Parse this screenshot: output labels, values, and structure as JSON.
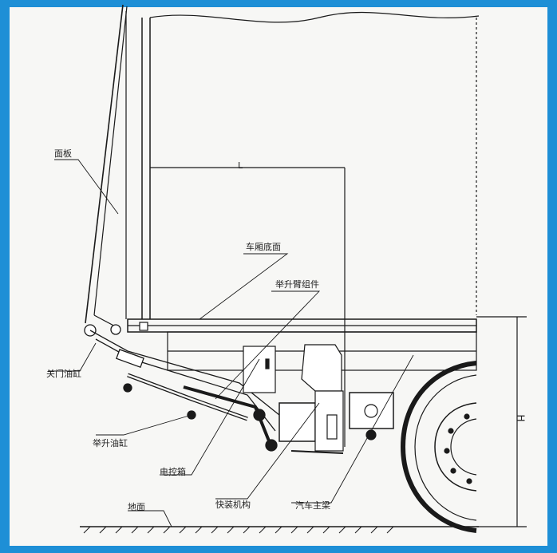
{
  "labels": {
    "panel": "面板",
    "dimension_l": "L",
    "cargo_floor": "车厢底面",
    "lift_arm_assembly": "举升臂组件",
    "door_cylinder": "关门油缸",
    "lift_cylinder": "举升油缸",
    "control_box": "电控箱",
    "quick_mount": "快装机构",
    "main_beam": "汽车主梁",
    "ground": "地面",
    "dimension_h": "H"
  },
  "colors": {
    "frame": "#1e8fd6",
    "line": "#1a1a1a",
    "paper": "#f7f7f5"
  }
}
